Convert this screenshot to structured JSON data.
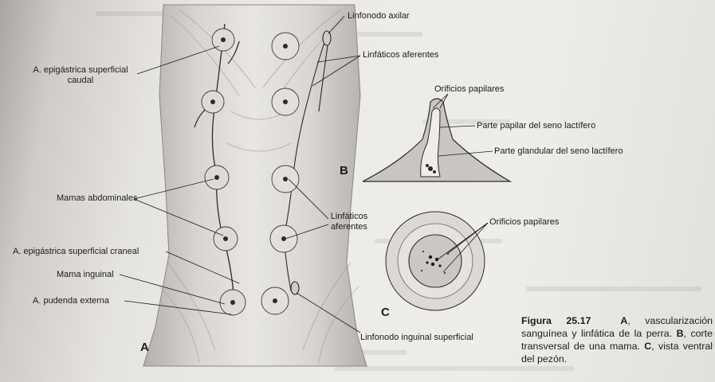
{
  "labels": {
    "axillary_node": "Linfonodo axilar",
    "afferent_top": "Linfáticos aferentes",
    "caudal_artery_line1": "A. epigástrica superficial",
    "caudal_artery_line2": "caudal",
    "papillary_orifices_b": "Orificios papilares",
    "papillary_part": "Parte papilar del seno lactífero",
    "glandular_part": "Parte glandular del seno lactífero",
    "abdominal_mammae": "Mamas abdominales",
    "afferent_mid_line1": "Linfáticos",
    "afferent_mid_line2": "aferentes",
    "papillary_orifices_c": "Orificios papilares",
    "cranial_artery": "A. epigástrica superficial craneal",
    "inguinal_mamma": "Mama inguinal",
    "external_pudendal": "A. pudenda externa",
    "inguinal_node": "Linfonodo inguinal superficial"
  },
  "panel_letters": {
    "a": "A",
    "b": "B",
    "c": "C"
  },
  "caption": {
    "figure_label": "Figura 25.17",
    "a_letter": "A",
    "a_text": ", vascularización sanguínea y linfática de la perra.",
    "b_letter": "B",
    "b_text": ", corte transversal de una mama.",
    "c_letter": "C",
    "c_text": ", vista ventral del pezón."
  }
}
